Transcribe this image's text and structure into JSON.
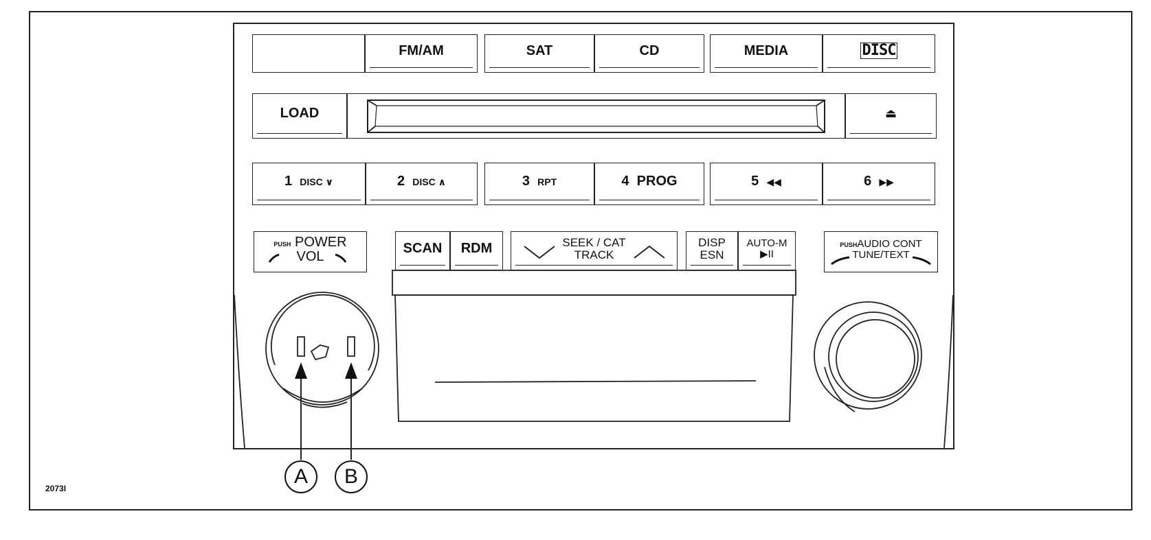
{
  "figure_id": "2073I",
  "source_buttons": [
    "FM/AM",
    "SAT",
    "CD",
    "MEDIA"
  ],
  "disc_logo": "DISC",
  "load_label": "LOAD",
  "eject_symbol": "⏏",
  "preset_buttons": [
    {
      "num": "1",
      "text": "DISC ∨"
    },
    {
      "num": "2",
      "text": "DISC ∧"
    },
    {
      "num": "3",
      "text": "RPT"
    },
    {
      "num": "4",
      "text": "PROG"
    },
    {
      "num": "5",
      "text": "◀◀"
    },
    {
      "num": "6",
      "text": "▶▶"
    }
  ],
  "power_knob_label": {
    "push": "PUSH",
    "line1": "POWER",
    "line2": "VOL"
  },
  "scan_label": "SCAN",
  "rdm_label": "RDM",
  "seek_label": {
    "line1": "SEEK / CAT",
    "line2": "TRACK"
  },
  "disp_label": {
    "line1": "DISP",
    "line2": "ESN"
  },
  "auto_label": {
    "line1": "AUTO-M",
    "line2": "▶II"
  },
  "tune_knob_label": {
    "push": "PUSH",
    "line1": "AUDIO CONT",
    "line2": "TUNE/TEXT"
  },
  "callouts": [
    "A",
    "B"
  ]
}
